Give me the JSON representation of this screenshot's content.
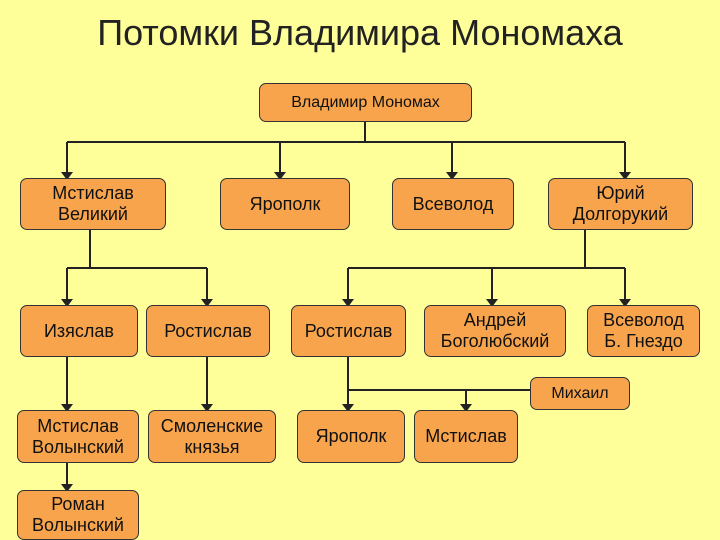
{
  "title": "Потомки Владимира Мономаха",
  "nodes": {
    "vladimir": "Владимир Мономах",
    "mstislav_velikiy": "Мстислав\nВеликий",
    "yaropolk_1": "Ярополк",
    "vsevolod_1": "Всеволод",
    "yuriy": "Юрий\nДолгорукий",
    "izyaslav": "Изяслав",
    "rostislav_1": "Ростислав",
    "rostislav_2": "Ростислав",
    "andrey": "Андрей\nБоголюбский",
    "vsevolod_gnezdo": "Всеволод\nБ. Гнездо",
    "mikhail": "Михаил",
    "mstislav_volynskiy": "Мстислав\nВолынский",
    "smolenskie": "Смоленские\nкнязья",
    "yaropolk_2": "Ярополк",
    "mstislav_2": "Мстислав",
    "roman": "Роман\nВолынский"
  },
  "colors": {
    "node_fill": "#f7a44c",
    "background": "#ffff99",
    "line": "#222222"
  }
}
